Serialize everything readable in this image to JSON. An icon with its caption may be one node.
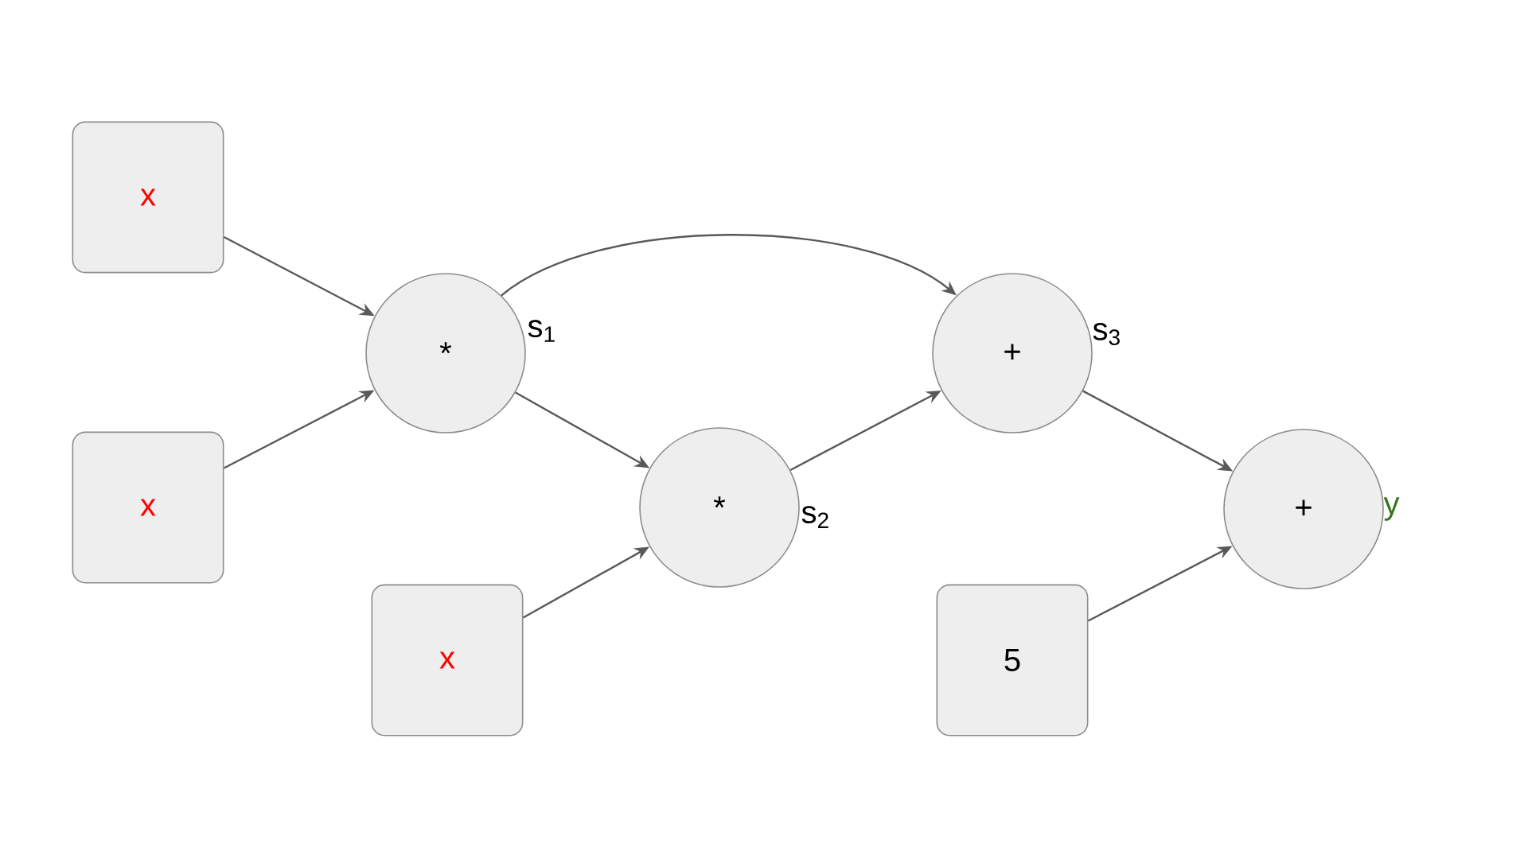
{
  "diagram": {
    "nodes": [
      {
        "text": [
          "x"
        ]
      },
      {
        "text": [
          "x"
        ]
      },
      {
        "text": [
          "*"
        ],
        "beside": [
          "s$_{1}$"
        ]
      },
      {
        "text": [
          "x"
        ]
      },
      {
        "text": [
          "*"
        ],
        "beside": [
          "s$_{2}$"
        ]
      },
      {
        "text": [
          "+"
        ],
        "beside": [
          "s$_{3}$"
        ]
      },
      {
        "text": [
          "5"
        ]
      },
      {
        "text": [
          "+"
        ],
        "beside": [
          "y"
        ]
      }
    ],
    "edges": [
      {
        "from": 0,
        "to": 2,
        "arrow": "to"
      },
      {
        "from": 1,
        "to": 2,
        "arrow": "to"
      },
      {
        "from": 2,
        "to": 4,
        "arrow": "to"
      },
      {
        "from": 2,
        "to": 5,
        "arrow": "to"
      },
      {
        "from": 3,
        "to": 4,
        "arrow": "to"
      },
      {
        "from": 4,
        "to": 5,
        "arrow": "to"
      },
      {
        "from": 5,
        "to": 7,
        "arrow": "to"
      },
      {
        "from": 6,
        "to": 7,
        "arrow": "to"
      }
    ]
  }
}
